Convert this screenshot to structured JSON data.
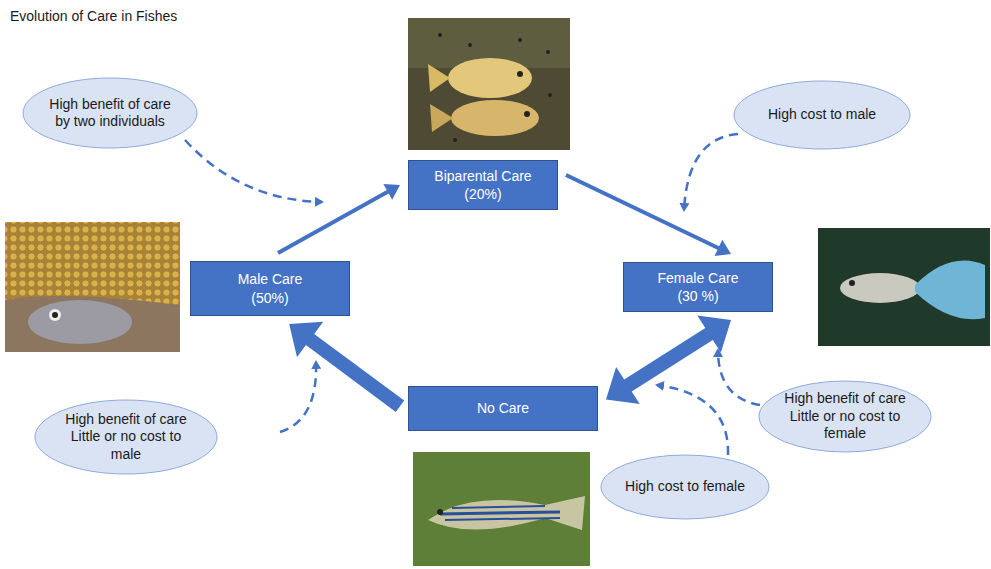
{
  "diagram": {
    "title": "Evolution of Care in Fishes",
    "nodes": [
      {
        "text": [
          "High benefit of care by two individuals"
        ]
      },
      {
        "text": [
          "Biparental Care",
          "(20%)"
        ]
      },
      {
        "text": [
          "High cost to male"
        ]
      },
      {
        "text": [
          "Male Care",
          "(50%)"
        ]
      },
      {
        "text": [
          "Female Care",
          "(30 %)"
        ]
      },
      {
        "text": [
          "No Care"
        ]
      },
      {
        "text": [
          "High benefit of care Little or no cost to female"
        ]
      },
      {
        "text": [
          "High benefit of care Little or no cost to male"
        ]
      },
      {
        "text": [
          "High cost to female"
        ]
      }
    ],
    "edges": [
      {
        "from": 3,
        "to": 1,
        "arrow": "to"
      },
      {
        "from": 1,
        "to": 4,
        "arrow": "to"
      },
      {
        "from": 5,
        "to": 3,
        "arrow": "to"
      },
      {
        "from": 5,
        "to": 4,
        "arrow": "both"
      }
    ]
  }
}
